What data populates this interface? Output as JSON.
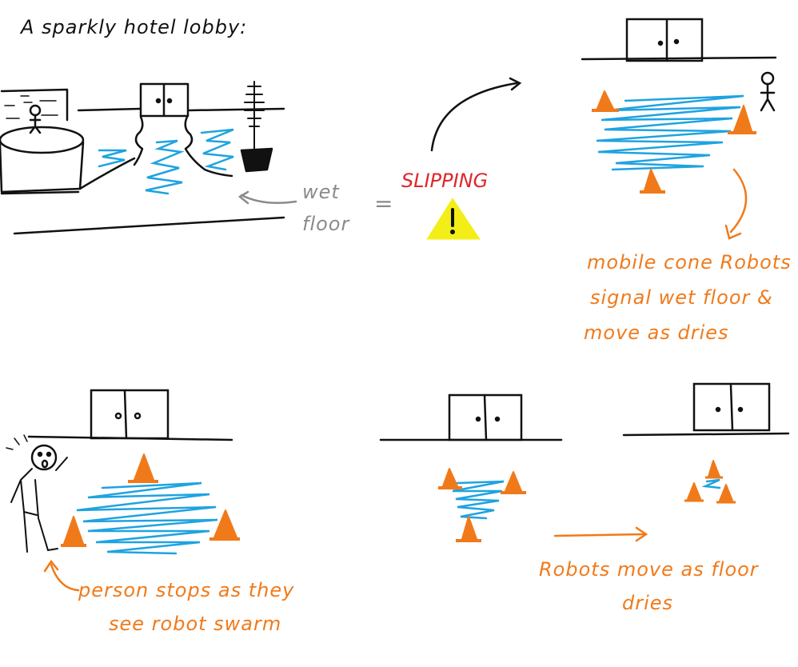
{
  "title": "A sparkly hotel lobby:",
  "wet_floor_label": [
    "wet",
    "floor"
  ],
  "equals": "=",
  "slipping": "SLIPPING",
  "warning_glyph": "!",
  "robots_note": [
    "mobile cone Robots",
    "signal wet floor &",
    "move as dries"
  ],
  "person_note": [
    "person stops as they",
    "see robot swarm"
  ],
  "move_note": [
    "Robots move as floor",
    "dries"
  ],
  "colors": {
    "ink": "#111111",
    "water": "#1ea3e0",
    "cone": "#f07a1a",
    "note": "#f07a1a",
    "gray": "#8a8a8a",
    "warn_red": "#e0262c",
    "warn_yellow": "#f3ee17"
  }
}
